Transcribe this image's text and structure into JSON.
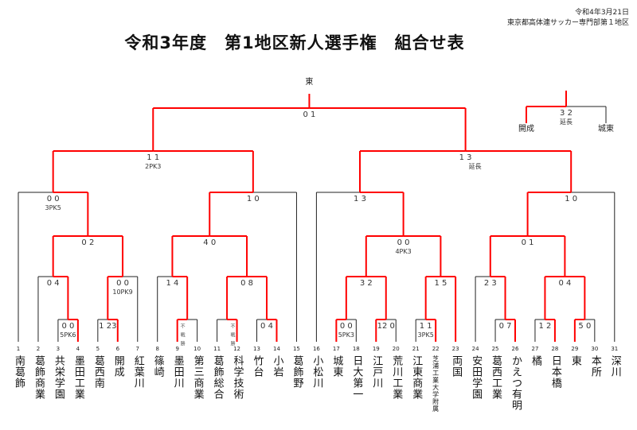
{
  "header": {
    "date": "令和4年3月21日",
    "organizer": "東京都高体連サッカー専門部第１地区",
    "title": "令和3年度　第1地区新人選手権　組合せ表"
  },
  "champion": "東",
  "third_place": {
    "score": "3 2",
    "note": "延長",
    "left_team": "開成",
    "right_team": "城東"
  },
  "teams": [
    {
      "no": "1",
      "name": "南葛飾"
    },
    {
      "no": "2",
      "name": "葛飾商業"
    },
    {
      "no": "3",
      "name": "共栄学園"
    },
    {
      "no": "4",
      "name": "墨田工業"
    },
    {
      "no": "5",
      "name": "葛西南"
    },
    {
      "no": "6",
      "name": "開成"
    },
    {
      "no": "7",
      "name": "紅葉川"
    },
    {
      "no": "8",
      "name": "篠崎"
    },
    {
      "no": "9",
      "name": "墨田川"
    },
    {
      "no": "10",
      "name": "第三商業"
    },
    {
      "no": "11",
      "name": "葛飾総合"
    },
    {
      "no": "12",
      "name": "科学技術"
    },
    {
      "no": "13",
      "name": "竹台"
    },
    {
      "no": "14",
      "name": "小岩"
    },
    {
      "no": "15",
      "name": "葛飾野"
    },
    {
      "no": "16",
      "name": "小松川"
    },
    {
      "no": "17",
      "name": "城東"
    },
    {
      "no": "18",
      "name": "日大第一"
    },
    {
      "no": "19",
      "name": "江戸川"
    },
    {
      "no": "20",
      "name": "荒川工業"
    },
    {
      "no": "21",
      "name": "江東商業"
    },
    {
      "no": "22",
      "name": "芝浦工業大学附属"
    },
    {
      "no": "23",
      "name": "両国"
    },
    {
      "no": "24",
      "name": "安田学園"
    },
    {
      "no": "25",
      "name": "葛西工業"
    },
    {
      "no": "26",
      "name": "かえつ有明"
    },
    {
      "no": "27",
      "name": "橘"
    },
    {
      "no": "28",
      "name": "日本橋"
    },
    {
      "no": "29",
      "name": "東"
    },
    {
      "no": "30",
      "name": "本所"
    },
    {
      "no": "31",
      "name": "深川"
    }
  ],
  "matches": {
    "m1": {
      "score": "0 0",
      "note": "5PK6"
    },
    "m2": {
      "score": "1 23"
    },
    "m3": {
      "walkover": "不戦勝"
    },
    "m4": {
      "walkover": "不戦勝"
    },
    "m5": {
      "score": "0 4"
    },
    "m6": {
      "score": "0 0",
      "note": "5PK3"
    },
    "m7": {
      "score": "12 0"
    },
    "m8": {
      "score": "1 1",
      "note": "3PK5"
    },
    "m9": {
      "score": "0 7"
    },
    "m10": {
      "score": "1 2"
    },
    "m11": {
      "score": "5 0"
    },
    "n1": {
      "score": "0 4"
    },
    "n2": {
      "score": "0 0",
      "note": "10PK9"
    },
    "n3": {
      "score": "1 4"
    },
    "n4": {
      "score": "0 8"
    },
    "n5": {
      "score": "3 2"
    },
    "n6": {
      "score": "1 5"
    },
    "n7": {
      "score": "2 3"
    },
    "n8": {
      "score": "0 4"
    },
    "o1": {
      "score": "0 2"
    },
    "o2": {
      "score": "4 0"
    },
    "o3": {
      "score": "0 0",
      "note": "4PK3"
    },
    "o4": {
      "score": "0 1"
    },
    "p1": {
      "score": "0 0",
      "note": "3PK5"
    },
    "p2": {
      "score": "1 0"
    },
    "p3": {
      "score": "1 3"
    },
    "p4": {
      "score": "1 0"
    },
    "q1": {
      "score": "1 1",
      "note": "2PK3"
    },
    "q2": {
      "score": "1 3",
      "note": "延長"
    },
    "final": {
      "score": "0 1"
    }
  },
  "colors": {
    "winner_line": "#ff0000",
    "line": "#222222"
  }
}
